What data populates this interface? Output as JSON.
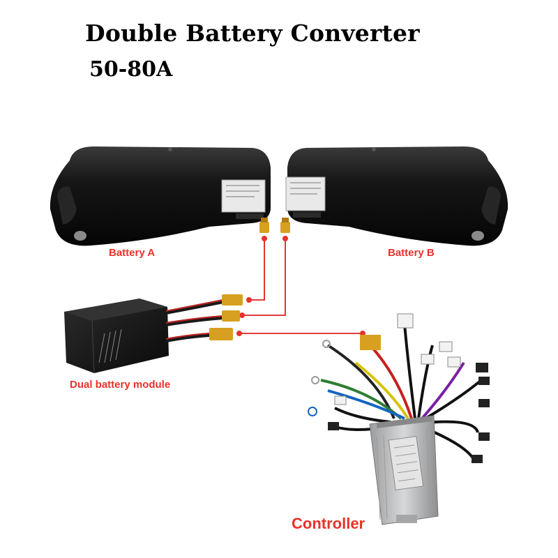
{
  "title": "Double Battery Converter",
  "subtitle": "50-80A",
  "labels": {
    "battery_a": "Battery A",
    "battery_b": "Battery B",
    "module": "Dual battery module",
    "controller": "Controller"
  },
  "colors": {
    "label_red": "#e8322a",
    "wire_red": "#d9221c",
    "battery_black": "#141414",
    "connector_yellow": "#d8a020",
    "module_black": "#1c1c1c",
    "controller_silver": "#b8babc"
  }
}
